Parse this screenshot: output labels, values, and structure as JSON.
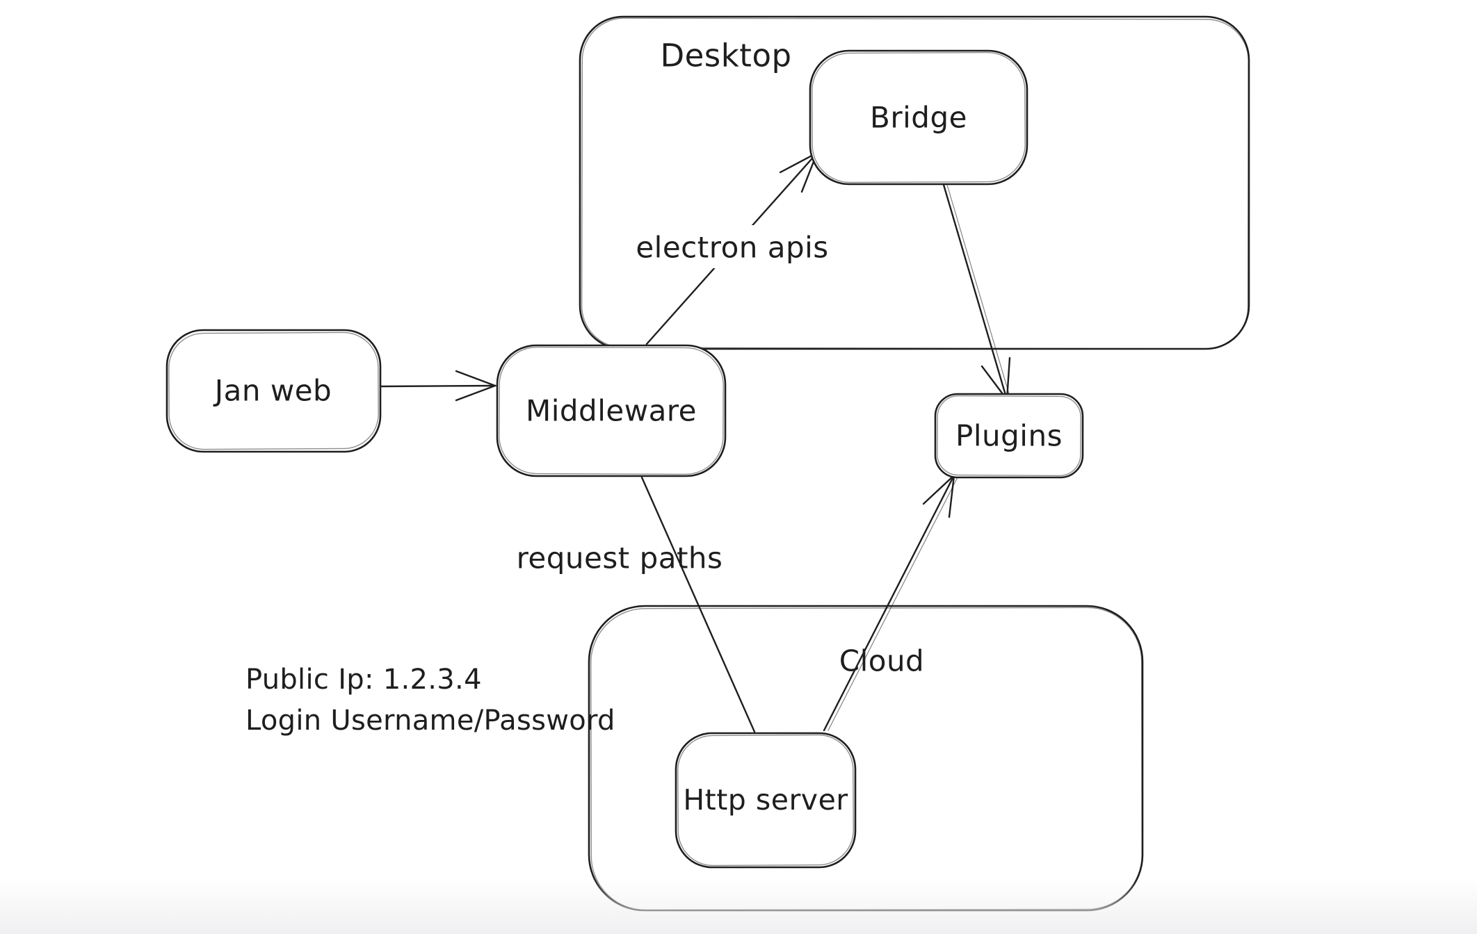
{
  "canvas": {
    "background": "#ffffff",
    "stroke_color": "#1e1e1e",
    "footer_fade_color": "#f0f0f2"
  },
  "containers": {
    "desktop": {
      "label": "Desktop"
    },
    "cloud": {
      "label": "Cloud"
    }
  },
  "nodes": {
    "jan_web": {
      "label": "Jan web"
    },
    "middleware": {
      "label": "Middleware"
    },
    "bridge": {
      "label": "Bridge"
    },
    "plugins": {
      "label": "Plugins"
    },
    "http_server": {
      "label": "Http server"
    }
  },
  "edges": {
    "janweb_to_middleware": {
      "label": ""
    },
    "middleware_to_bridge": {
      "label": "electron apis"
    },
    "bridge_to_plugins": {
      "label": ""
    },
    "middleware_to_httpserver": {
      "label": "request paths"
    },
    "httpserver_to_plugins": {
      "label": ""
    }
  },
  "annotation": {
    "line1": "Public Ip: 1.2.3.4",
    "line2": "Login Username/Password"
  }
}
